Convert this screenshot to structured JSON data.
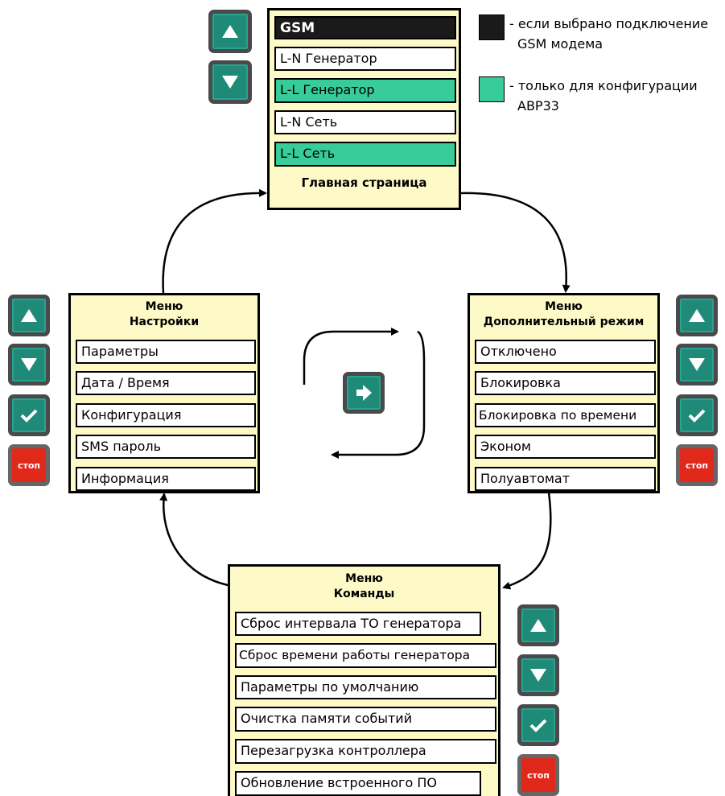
{
  "colors": {
    "panel_bg": "#fefac8",
    "gsm_item": "#1a1a1a",
    "ats_item": "#37cc9a",
    "button": "#1f8a78",
    "stop_button": "#e0291b"
  },
  "legend": {
    "gsm_line1": "- если выбрано подключение",
    "gsm_line2": "GSM модема",
    "ats_line1": "- только для конфигурации",
    "ats_line2": "АВР33"
  },
  "main_page": {
    "title": "Главная страница",
    "items": [
      "GSM",
      "L-N Генератор",
      "L-L  Генератор",
      "L-N Сеть",
      "L-L  Сеть"
    ]
  },
  "settings_menu": {
    "title_line1": "Меню",
    "title_line2": "Настройки",
    "items": [
      "Параметры",
      "Дата / Время",
      "Конфигурация",
      "SMS пароль",
      "Информация"
    ]
  },
  "extra_mode_menu": {
    "title_line1": "Меню",
    "title_line2": "Дополнительный режим",
    "items": [
      "Отключено",
      "Блокировка",
      "Блокировка по времени",
      "Эконом",
      "Полуавтомат"
    ]
  },
  "commands_menu": {
    "title_line1": "Меню",
    "title_line2": "Команды",
    "items": [
      "Сброс интервала ТО генератора",
      "Сброс времени работы генератора",
      "Параметры по умолчанию",
      "Очистка памяти событий",
      "Перезагрузка контроллера",
      "Обновление встроенного ПО"
    ]
  },
  "buttons": {
    "up_icon": "arrow-up-icon",
    "down_icon": "arrow-down-icon",
    "ok_icon": "checkmark-icon",
    "next_icon": "arrow-right-icon",
    "stop_label": "стоп"
  }
}
